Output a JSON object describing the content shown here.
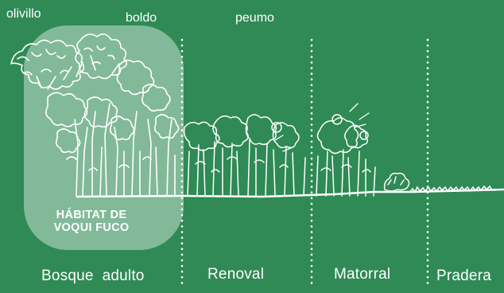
{
  "species": {
    "olivillo": "olivillo",
    "boldo": "boldo",
    "peumo": "peumo"
  },
  "habitat": {
    "line1": "HÁBITAT DE",
    "line2": "VOQUI FUCO"
  },
  "zones": {
    "bosque": "Bosque  adulto",
    "renoval": "Renoval",
    "matorral": "Matorral",
    "pradera": "Pradera"
  },
  "colors": {
    "background": "#2f8a55",
    "foreground": "#ffffff",
    "highlight": "rgba(255,255,255,0.42)"
  }
}
